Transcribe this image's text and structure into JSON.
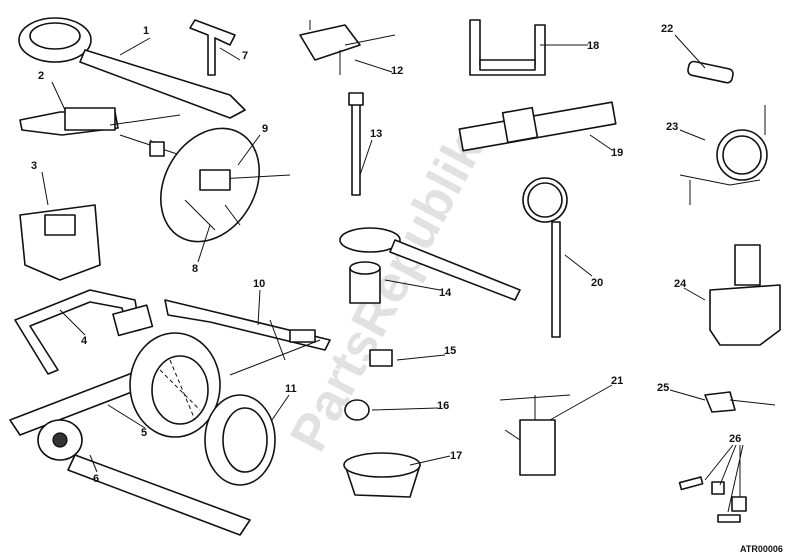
{
  "diagram": {
    "title": "Workshop tools",
    "callouts": [
      "1",
      "2",
      "3",
      "4",
      "5",
      "6",
      "7",
      "8",
      "9",
      "10",
      "11",
      "12",
      "13",
      "14",
      "15",
      "16",
      "17",
      "18",
      "19",
      "20",
      "21",
      "22",
      "23",
      "24",
      "25",
      "26"
    ],
    "drawing_code": "ATR00006",
    "watermark": "PartsRepublik"
  }
}
